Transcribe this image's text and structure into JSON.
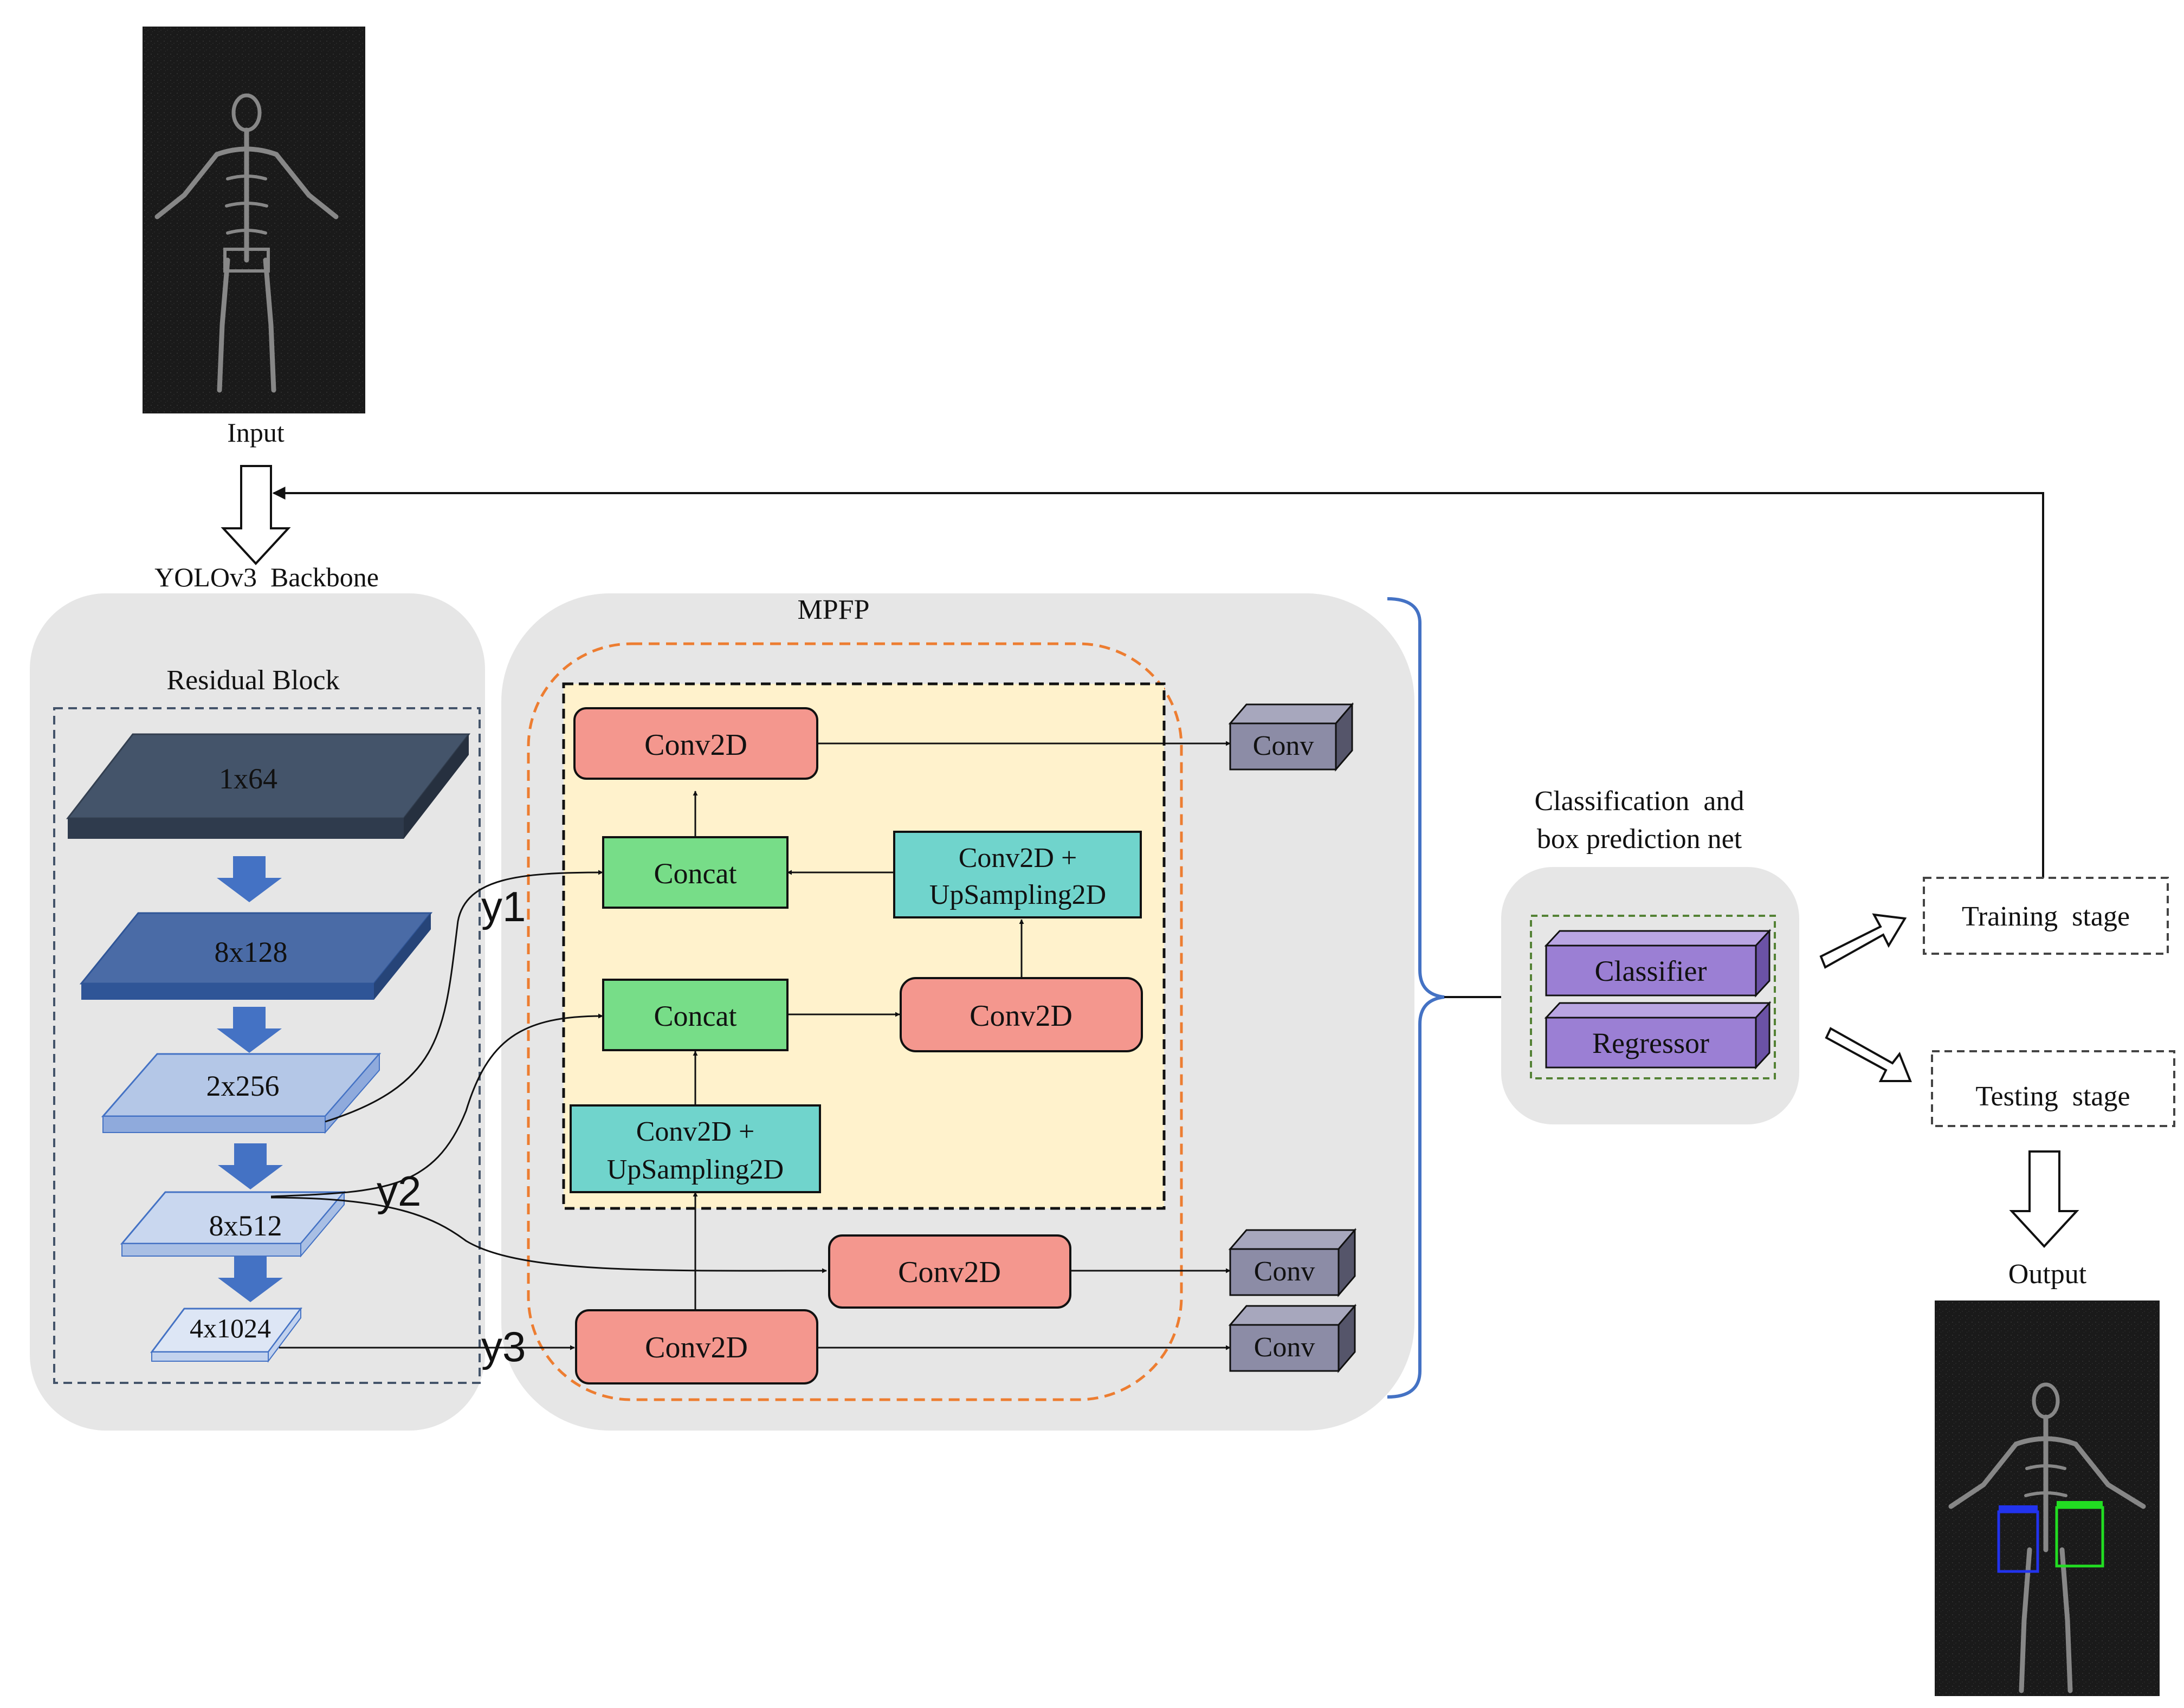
{
  "input": {
    "label": "Input",
    "image": "body-scan-image"
  },
  "backbone": {
    "title": "YOLOv3  Backbone",
    "residual_block_title": "Residual Block",
    "layers": [
      "1x64",
      "8x128",
      "2x256",
      "8x512",
      "4x1024"
    ]
  },
  "outputs": {
    "y1": "y1",
    "y2": "y2",
    "y3": "y3"
  },
  "mpfp": {
    "title": "MPFP",
    "blocks": {
      "conv2d_top": "Conv2D",
      "concat_upper": "Concat",
      "conv_up_right_line1": "Conv2D +",
      "conv_up_right_line2": "UpSampling2D",
      "concat_lower": "Concat",
      "conv2d_mid": "Conv2D",
      "conv_up_left_line1": "Conv2D +",
      "conv_up_left_line2": "UpSampling2D",
      "conv2d_y2": "Conv2D",
      "conv2d_y3": "Conv2D"
    },
    "conv_heads": [
      "Conv",
      "Conv",
      "Conv"
    ]
  },
  "prediction_net": {
    "title_line1": "Classification  and",
    "title_line2": "box prediction net",
    "classifier": "Classifier",
    "regressor": "Regressor"
  },
  "stages": {
    "training": "Training  stage",
    "testing": "Testing  stage"
  },
  "output": {
    "label": "Output",
    "image": "detection-result-image"
  },
  "colors": {
    "panel": "#e6e6e6",
    "mpfp_border": "#ed7d31",
    "inner_box": "#fff2cc",
    "conv2d": "#f4978e",
    "concat": "#77dd88",
    "upsample": "#70d4cc",
    "conv_head": "#8c8ca6",
    "pred_block": "#9b7fd4",
    "brace": "#4472c4",
    "y_label": "#ff2020",
    "layer_dark": "#44546a",
    "layer_light": "#b4c7e7",
    "down_arrow": "#4472c4",
    "box_green": "#22dd22",
    "box_blue": "#2233ee"
  }
}
